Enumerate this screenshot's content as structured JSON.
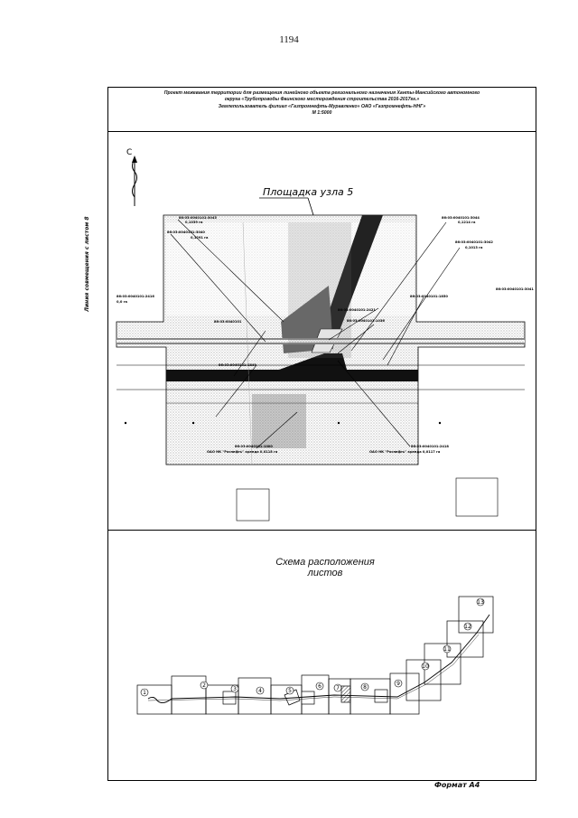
{
  "page_number": "1194",
  "header": {
    "line1": "Проект межевания территории для размещения линейного объекта регионального назначения Ханты-Мансийского автономного",
    "line2": "округа «Трубопроводы Фаинского месторождения строительства 2016-2017гг.»",
    "line3": "Землепользователь филиал «Газпромнефть-Муравленко» ОАО «Газпромнефть-ННГ»",
    "scale": "М 1:5000"
  },
  "map": {
    "north_mark": "С",
    "site_title": "Площадка узла 5",
    "side_label": "Линия совмещения с листом 8",
    "parcels": [
      {
        "id": "86:03:0040101:3043",
        "area": "0,1039 га"
      },
      {
        "id": "86:03:0040101:3040",
        "area": "0,1291 га"
      },
      {
        "id": "86:03:0040101:3044",
        "area": "0,1214 га"
      },
      {
        "id": "86:03:0040101:3042",
        "area": "0,1013 га"
      },
      {
        "id": "86:03:0040101:3041",
        "area": ""
      },
      {
        "id": "86:03:0040101:2416",
        "area": "0,0 га"
      },
      {
        "id": "86:03:0040101:1850",
        "area": ""
      },
      {
        "id": "86:03:0040101:2421",
        "area": ""
      },
      {
        "id": "86:03:0040101:1036",
        "area": ""
      },
      {
        "id": "86:03:0040101",
        "area": ""
      },
      {
        "id": "86:03:0040101:1849",
        "area": ""
      },
      {
        "id": "86:03:0040101:1000",
        "area": ""
      },
      {
        "id": "86:03:0040101:2418",
        "area": ""
      }
    ],
    "bottom_left_note": "ОАО НК \"Роснефть\" аренда 0,0118 га",
    "bottom_right_note": "ОАО НК \"Роснефть\" аренда 0,0117 га"
  },
  "scheme": {
    "title_line1": "Схема расположения",
    "title_line2": "листов",
    "sheets": [
      "1",
      "2",
      "3",
      "4",
      "5",
      "6",
      "7",
      "8",
      "9",
      "10",
      "11",
      "12",
      "13"
    ]
  },
  "format": "Формат А4"
}
